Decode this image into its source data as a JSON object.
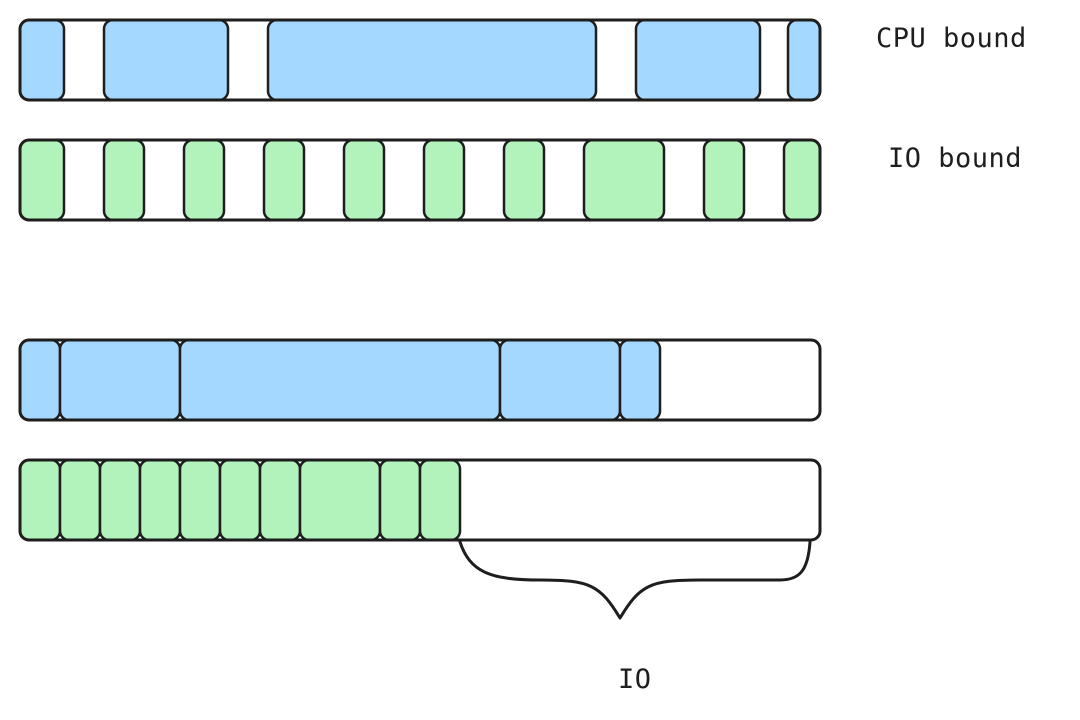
{
  "labels": {
    "cpu": "CPU bound",
    "io": "IO bound",
    "brace": "IO"
  },
  "colors": {
    "cpu_fill": "#a5d8ff",
    "io_fill": "#b2f2bb",
    "stroke": "#1e1e1e"
  },
  "rows": [
    {
      "name": "cpu-bound-timeline",
      "kind": "cpu",
      "segments": [
        [
          0,
          0.055
        ],
        [
          0.105,
          0.26
        ],
        [
          0.31,
          0.72
        ],
        [
          0.77,
          0.925
        ],
        [
          0.96,
          1.0
        ]
      ]
    },
    {
      "name": "io-bound-timeline",
      "kind": "io",
      "segments": [
        [
          0,
          0.055
        ],
        [
          0.105,
          0.155
        ],
        [
          0.205,
          0.255
        ],
        [
          0.305,
          0.355
        ],
        [
          0.405,
          0.455
        ],
        [
          0.505,
          0.555
        ],
        [
          0.605,
          0.655
        ],
        [
          0.705,
          0.805
        ],
        [
          0.855,
          0.905
        ],
        [
          0.955,
          1.0
        ]
      ]
    },
    {
      "name": "cpu-concurrent-timeline",
      "kind": "cpu",
      "segments": [
        [
          0,
          0.05
        ],
        [
          0.05,
          0.2
        ],
        [
          0.2,
          0.6
        ],
        [
          0.6,
          0.75
        ],
        [
          0.75,
          0.8
        ]
      ]
    },
    {
      "name": "io-concurrent-timeline",
      "kind": "io",
      "segments": [
        [
          0,
          0.05
        ],
        [
          0.05,
          0.1
        ],
        [
          0.1,
          0.15
        ],
        [
          0.15,
          0.2
        ],
        [
          0.2,
          0.25
        ],
        [
          0.25,
          0.3
        ],
        [
          0.3,
          0.35
        ],
        [
          0.35,
          0.45
        ],
        [
          0.45,
          0.5
        ],
        [
          0.5,
          0.55
        ]
      ]
    }
  ]
}
